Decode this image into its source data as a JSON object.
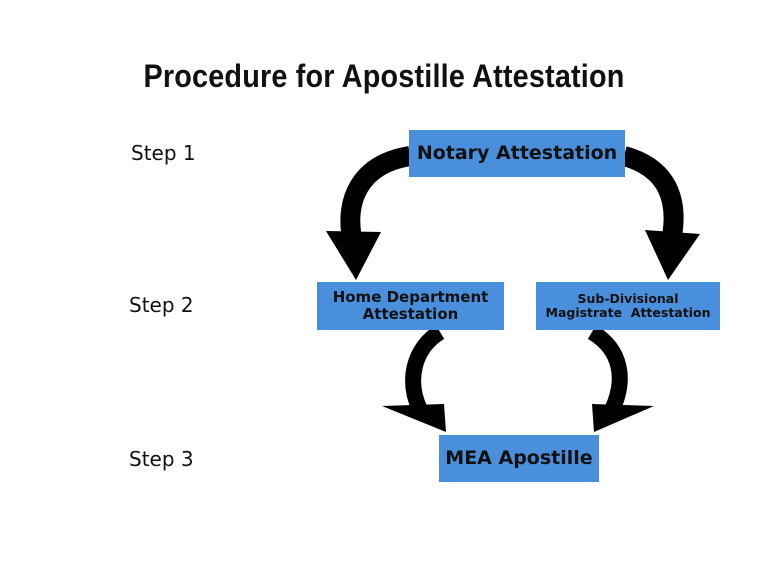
{
  "title": "Procedure for Apostille Attestation",
  "steps": {
    "step1": "Step 1",
    "step2": "Step 2",
    "step3": "Step 3"
  },
  "nodes": {
    "notary": "Notary Attestation",
    "home_line1": "Home Department",
    "home_line2": "Attestation",
    "sdm_line1": "Sub-Divisional",
    "sdm_line2": "Magistrate  Attestation",
    "mea": "MEA Apostille"
  },
  "colors": {
    "box_fill": "#4a8fdc",
    "arrow": "#000000",
    "background": "#ffffff"
  }
}
